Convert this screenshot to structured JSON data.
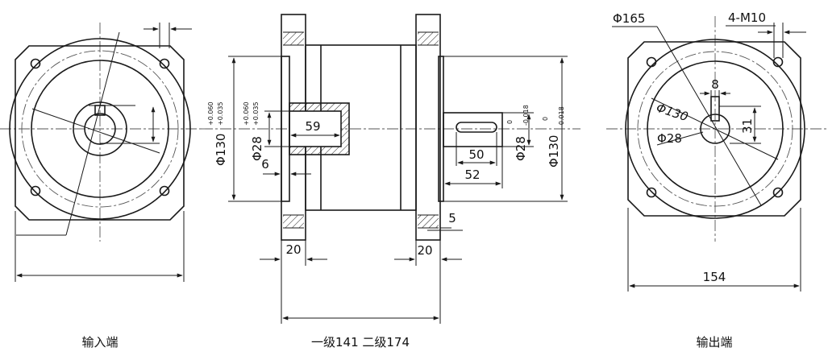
{
  "captions": {
    "input_end": "输入端",
    "side_view": "一级141 二级174",
    "output_end": "输出端"
  },
  "side": {
    "bore_dia": "Φ130",
    "bore_tol_upper": "+0.060",
    "bore_tol_lower": "+0.035",
    "hole_dia": "Φ28",
    "hole_tol_upper": "+0.060",
    "hole_tol_lower": "+0.035",
    "hole_depth": "59",
    "keyway_offset": "6",
    "flange_left": "20",
    "flange_right": "20",
    "shaft_dia": "Φ28",
    "shaft_tol_upper": "0",
    "shaft_tol_lower": "-0.018",
    "spigot_dia": "Φ130",
    "spigot_tol_upper": "0",
    "spigot_tol_lower": "-0.018",
    "key_length": "50",
    "shaft_length": "52",
    "spigot_height": "5"
  },
  "output": {
    "pcd": "Φ165",
    "holes": "4-M10",
    "spigot": "Φ130",
    "key_width": "8",
    "key_height": "31",
    "shaft": "Φ28",
    "square": "154"
  }
}
